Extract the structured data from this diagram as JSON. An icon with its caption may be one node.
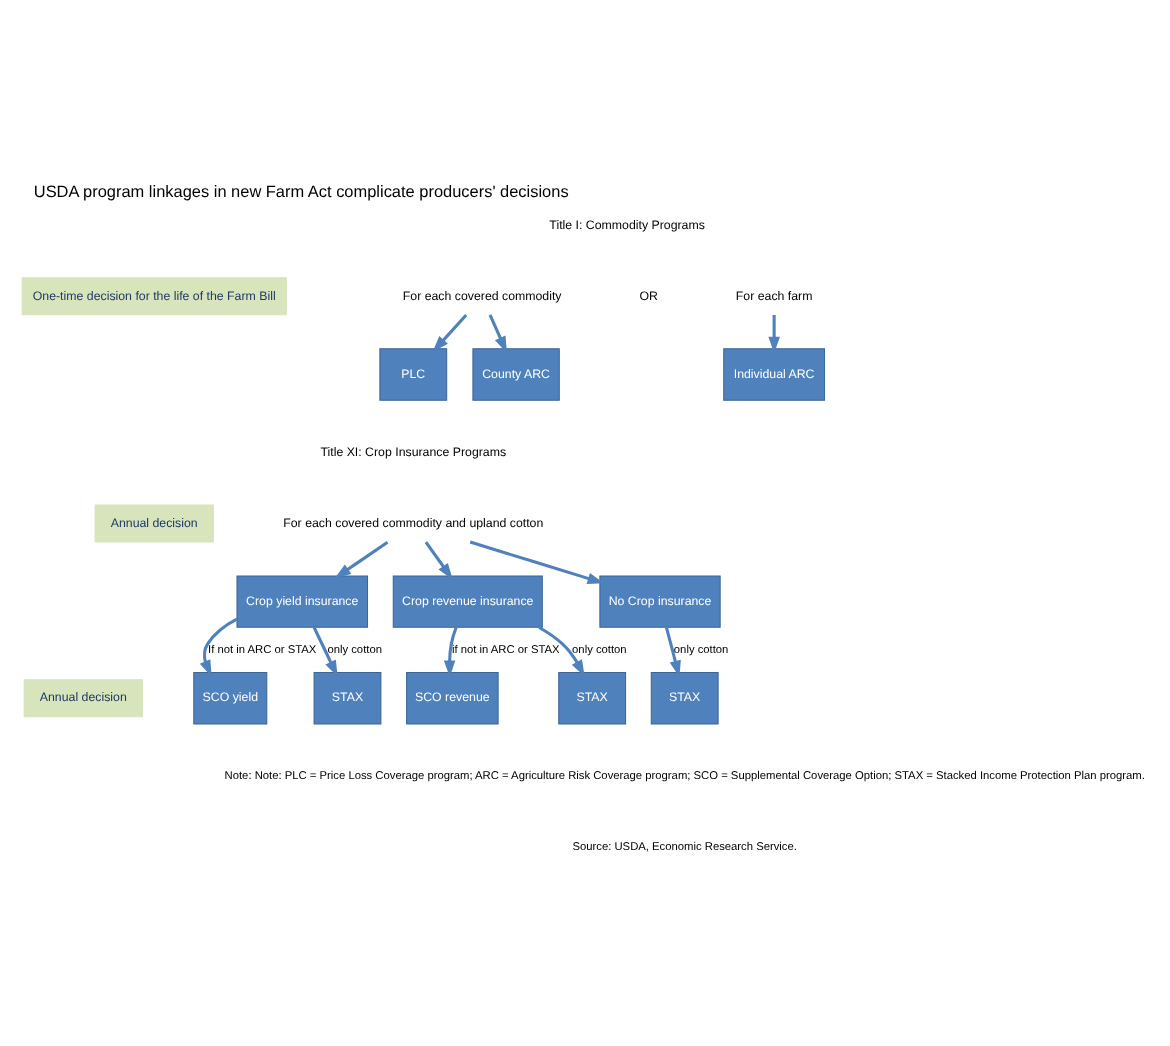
{
  "diagram": {
    "title": "USDA program linkages in new Farm Act complicate producers' decisions",
    "nodes": [
      {
        "text": [
          "One-time decision for the life of the Farm Bill"
        ]
      },
      {
        "text": [
          "For each covered commodity"
        ]
      },
      {
        "text": [
          "For each farm"
        ]
      },
      {
        "text": [
          "PLC"
        ]
      },
      {
        "text": [
          "County ARC"
        ]
      },
      {
        "text": [
          "Individual ARC"
        ]
      },
      {
        "text": [
          "Annual decision"
        ]
      },
      {
        "text": [
          "For each covered commodity and upland cotton"
        ]
      },
      {
        "text": [
          "Crop yield insurance"
        ]
      },
      {
        "text": [
          "Crop revenue insurance"
        ]
      },
      {
        "text": [
          "No Crop insurance"
        ]
      },
      {
        "text": [
          "Annual decision"
        ]
      },
      {
        "text": [
          "SCO yield"
        ]
      },
      {
        "text": [
          "STAX"
        ]
      },
      {
        "text": [
          "SCO revenue"
        ]
      },
      {
        "text": [
          "STAX"
        ]
      },
      {
        "text": [
          "STAX"
        ]
      }
    ],
    "edges": [
      {
        "from": 1,
        "to": 3,
        "arrow": "to"
      },
      {
        "from": 1,
        "to": 4,
        "arrow": "to"
      },
      {
        "from": 2,
        "to": 5,
        "arrow": "to"
      },
      {
        "from": 7,
        "to": 8,
        "arrow": "to"
      },
      {
        "from": 7,
        "to": 9,
        "arrow": "to"
      },
      {
        "from": 7,
        "to": 10,
        "arrow": "to"
      },
      {
        "from": 8,
        "to": 12,
        "arrow": "to",
        "label": "If not in ARC or STAX"
      },
      {
        "from": 8,
        "to": 13,
        "arrow": "to",
        "label": "only cotton"
      },
      {
        "from": 9,
        "to": 14,
        "arrow": "to",
        "label": "if not in ARC or STAX"
      },
      {
        "from": 9,
        "to": 15,
        "arrow": "to",
        "label": "only cotton"
      },
      {
        "from": 10,
        "to": 16,
        "arrow": "to",
        "label": "only cotton"
      }
    ],
    "labels": [
      "Title I: Commodity Programs",
      "OR",
      "Title XI: Crop Insurance Programs",
      "Note: Note: PLC = Price Loss Coverage program; ARC = Agriculture Risk Coverage program; SCO = Supplemental Coverage Option; STAX = Stacked Income Protection Plan program.",
      "Source: USDA, Economic Research Service."
    ]
  }
}
